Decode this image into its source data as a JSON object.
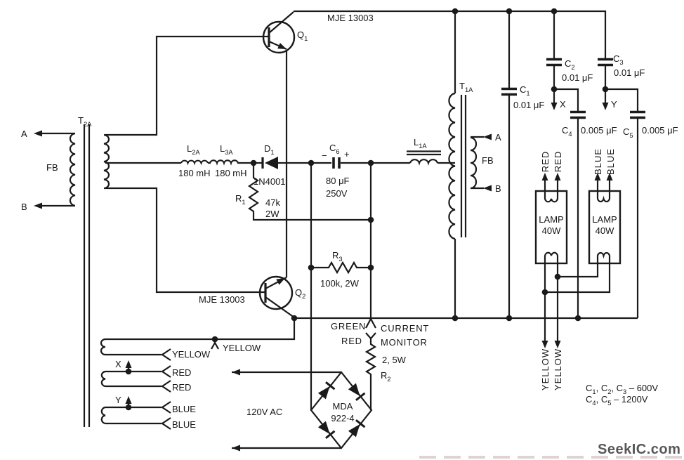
{
  "colors": {
    "ink": "#1a1a1a",
    "watermark_gray": "#57575a",
    "faint_strip": "#ddd3d3",
    "background": "#ffffff"
  },
  "components": {
    "q1": {
      "ref": [
        [
          "Q",
          "1"
        ]
      ],
      "part": "MJE 13003"
    },
    "q2": {
      "ref": [
        [
          "Q",
          "2"
        ]
      ],
      "part": "MJE 13003"
    },
    "t2a": {
      "ref": [
        [
          "T",
          "2A"
        ]
      ],
      "winding": "FB",
      "term_a": "A",
      "term_b": "B",
      "aux": {
        "yellow_tap": "YELLOW",
        "yellow": "YELLOW",
        "red1": "RED",
        "red2": "RED",
        "blue1": "BLUE",
        "blue2": "BLUE",
        "x": "X",
        "y": "Y"
      }
    },
    "t1a": {
      "ref": [
        [
          "T",
          "1A"
        ]
      ],
      "winding": "FB",
      "term_a": "A",
      "term_b": "B"
    },
    "l1a": {
      "ref": [
        [
          "L",
          "1A"
        ]
      ]
    },
    "l2a": {
      "ref": [
        [
          "L",
          "2A"
        ]
      ],
      "value": "180 mH"
    },
    "l3a": {
      "ref": [
        [
          "L",
          "3A"
        ]
      ],
      "value": "180 mH"
    },
    "d1": {
      "ref": [
        [
          "D",
          "1"
        ]
      ],
      "part": "1N4001"
    },
    "r1": {
      "ref": [
        [
          "R",
          "1"
        ]
      ],
      "value": "47k",
      "power": "2W"
    },
    "r2": {
      "ref": [
        [
          "R",
          "2"
        ]
      ],
      "value": "2, 5W"
    },
    "r3": {
      "ref": [
        [
          "R",
          "3"
        ]
      ],
      "value": "100k, 2W"
    },
    "c1": {
      "ref": [
        [
          "C",
          "1"
        ]
      ],
      "value": "0.01 μF"
    },
    "c2": {
      "ref": [
        [
          "C",
          "2"
        ]
      ],
      "value": "0.01 μF"
    },
    "c3": {
      "ref": [
        [
          "C",
          "3"
        ]
      ],
      "value": "0.01 μF"
    },
    "c4": {
      "ref": [
        [
          "C",
          "4"
        ]
      ],
      "value": "0.005 μF"
    },
    "c5": {
      "ref": [
        [
          "C",
          "5"
        ]
      ],
      "value": "0.005 μF"
    },
    "c6": {
      "ref": [
        [
          "C",
          "6"
        ]
      ],
      "value": "80 μF",
      "voltage": "250V",
      "minus": "−",
      "plus": "+"
    },
    "bridge": {
      "name": "MDA",
      "part": "922-4"
    },
    "lamp1": {
      "name": "LAMP",
      "wattage": "40W",
      "lead1": "RED",
      "lead2": "RED"
    },
    "lamp2": {
      "name": "LAMP",
      "wattage": "40W",
      "lead1": "BLUE",
      "lead2": "BLUE"
    },
    "monitor": {
      "green": "GREEN",
      "red": "RED",
      "line1": "CURRENT",
      "line2": "MONITOR"
    },
    "ac_input": {
      "label": "120V AC"
    },
    "lamp_returns": {
      "yellow1": "YELLOW",
      "yellow2": "YELLOW"
    },
    "hv_taps": {
      "x": "X",
      "y": "Y"
    }
  },
  "notes": {
    "line1": [
      [
        "C",
        "1"
      ],
      [
        ", C",
        "2"
      ],
      [
        ", C",
        "3"
      ],
      [
        " – 600V",
        ""
      ]
    ],
    "line2": [
      [
        "C",
        "4"
      ],
      [
        ", C",
        "5"
      ],
      [
        " – 1200V",
        ""
      ]
    ]
  },
  "watermark": "SeekIC.com"
}
